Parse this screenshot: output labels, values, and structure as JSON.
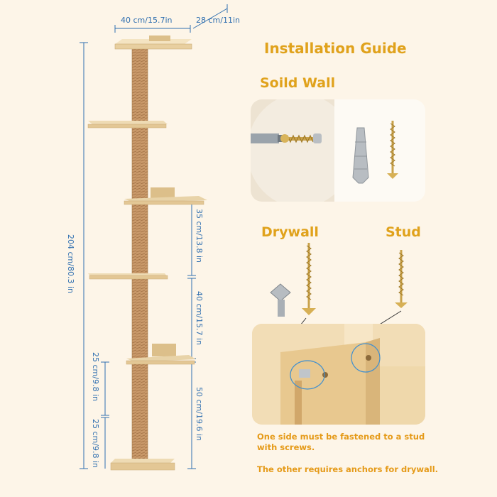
{
  "dimensions": {
    "width": "40 cm/15.7in",
    "depth": "28 cm/11in",
    "total_height": "204 cm/80.3 in",
    "gap_35": "35 cm/13.8 in",
    "gap_40": "40 cm/15.7 in",
    "gap_50": "50 cm/19.6 in",
    "gap_25_upper": "25 cm/9.8 in",
    "gap_25_lower": "25 cm/9.8 in"
  },
  "guide": {
    "title": "Installation Guide",
    "solid_wall": "Soild Wall",
    "drywall": "Drywall",
    "stud": "Stud",
    "note_stud": "One side must be fastened to a stud\nwith screws.",
    "note_drywall": "The other requires anchors for drywall."
  },
  "colors": {
    "accent": "#e0a21c",
    "dimension": "#2f6fb0",
    "background": "#fdf5e8",
    "wood": "#e8cfa0",
    "sisal": "#c9996a"
  }
}
